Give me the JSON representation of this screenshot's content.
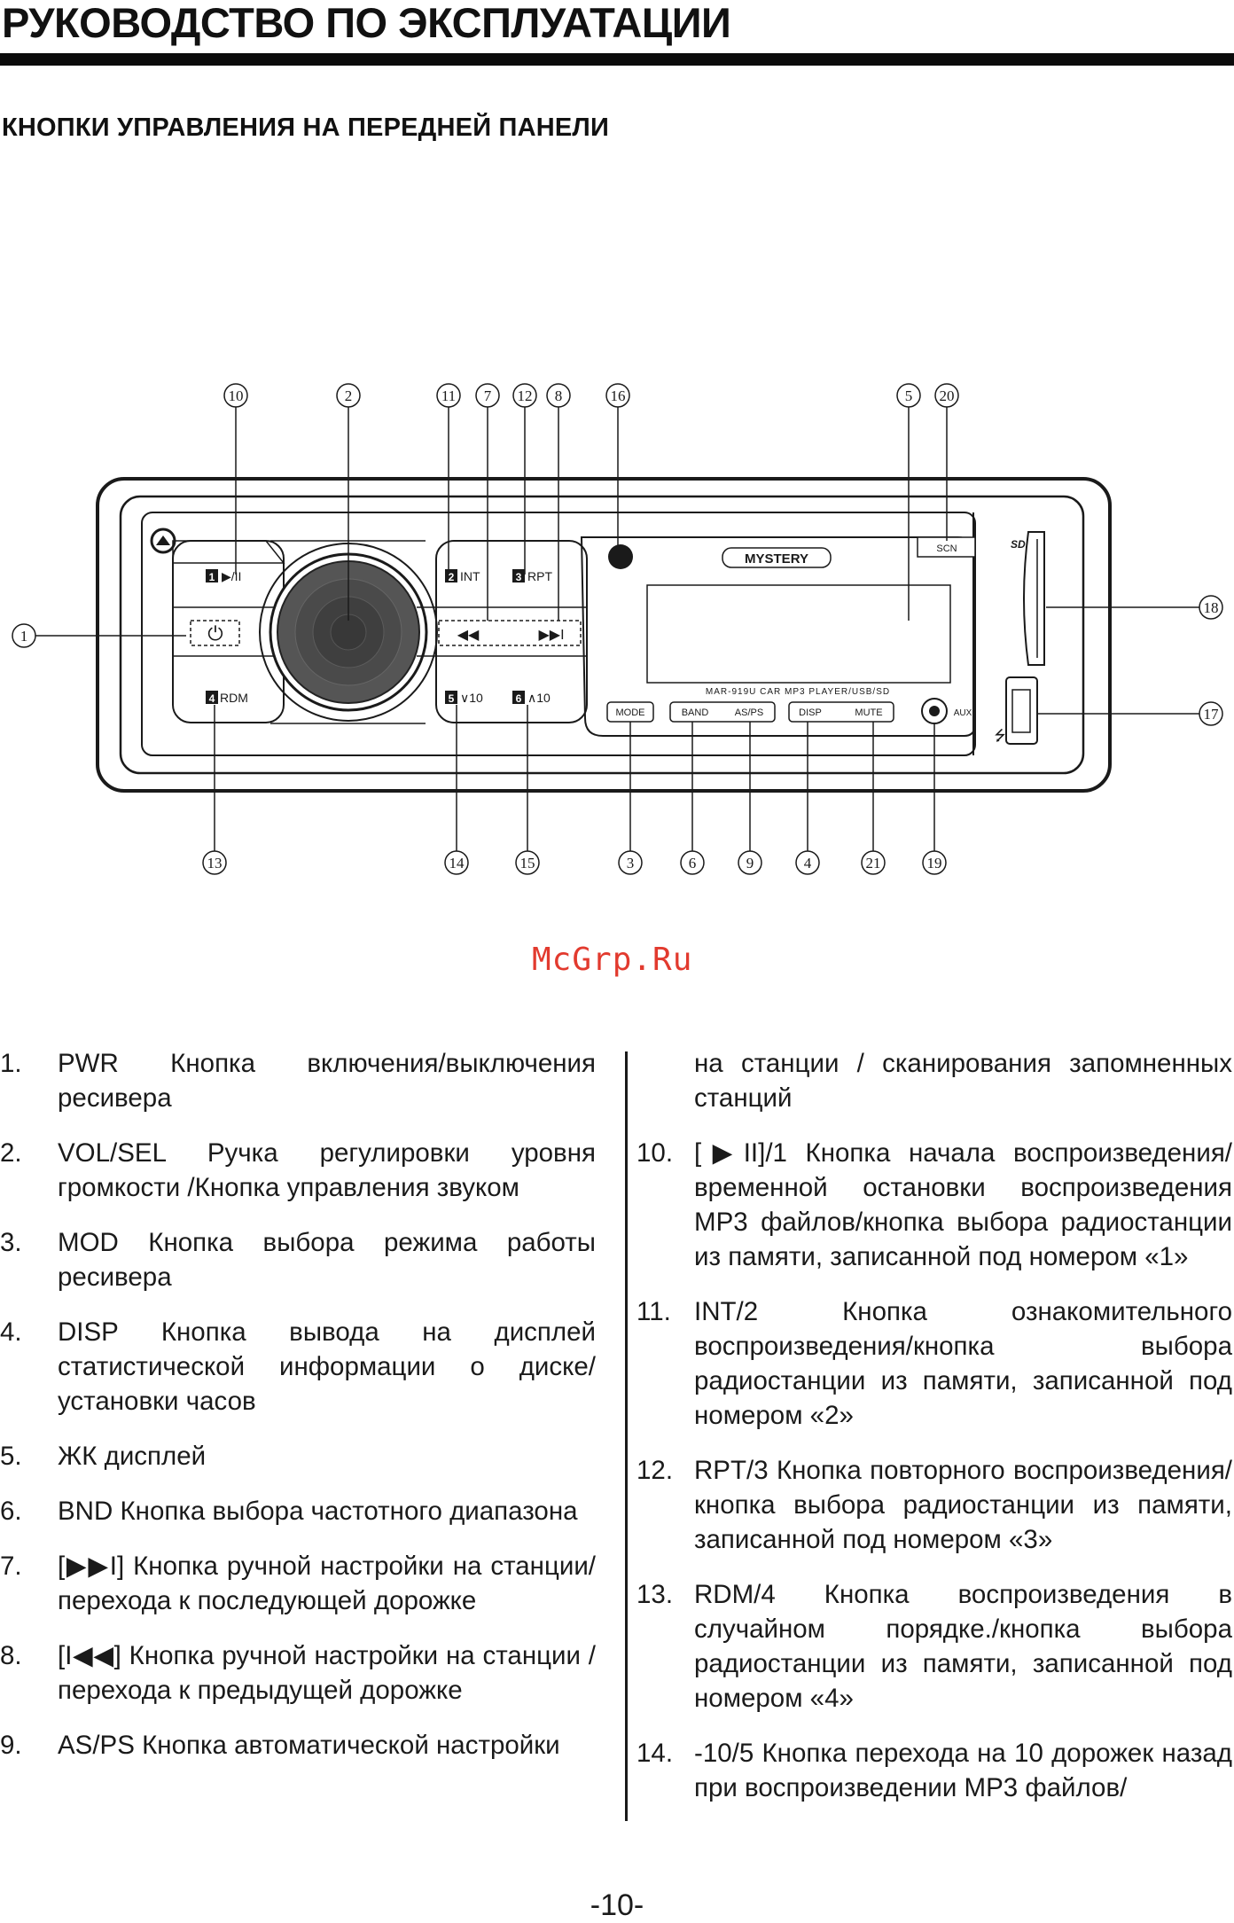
{
  "header": {
    "title": "РУКОВОДСТВО ПО ЭКСПЛУАТАЦИИ",
    "section": "КНОПКИ УПРАВЛЕНИЯ НА ПЕРЕДНЕЙ ПАНЕЛИ"
  },
  "diagram": {
    "callouts_top": [
      "10",
      "2",
      "11",
      "7",
      "12",
      "8",
      "16",
      "5",
      "20"
    ],
    "callouts_left": [
      "1"
    ],
    "callouts_right": [
      "18",
      "17"
    ],
    "callouts_bottom": [
      "13",
      "14",
      "15",
      "3",
      "6",
      "9",
      "4",
      "21",
      "19"
    ],
    "panel_labels": {
      "brand": "MYSTERY",
      "model": "MAR-919U     CAR MP3 PLAYER/USB/SD",
      "btn1": "1",
      "btn1_suffix": "▶/II",
      "btn2": "2",
      "btn2_suffix": "INT",
      "btn3": "3",
      "btn3_suffix": "RPT",
      "btn4": "4",
      "btn4_suffix": "RDM",
      "btn5": "5",
      "btn5_suffix": "∨10",
      "btn6": "6",
      "btn6_suffix": "∧10",
      "prev": "◀◀",
      "next": "▶▶I",
      "power": "⏻",
      "mode": "MODE",
      "band": "BAND",
      "asps": "AS/PS",
      "disp": "DISP",
      "mute": "MUTE",
      "aux": "AUX",
      "scn": "SCN",
      "sd": "SD",
      "usb": "⭍"
    },
    "watermark": "McGrp.Ru"
  },
  "left_items": [
    {
      "num": "1.",
      "text": "PWR Кнопка включения/выключения ресивера"
    },
    {
      "num": "2.",
      "text": "VOL/SEL Ручка регулировки уровня громкости /Кнопка управления звуком"
    },
    {
      "num": "3.",
      "text": "MOD Кнопка выбора режима работы ресивера"
    },
    {
      "num": "4.",
      "text": "DISP Кнопка вывода на дисплей статистической информации о диске/установки часов"
    },
    {
      "num": "5.",
      "text": "ЖК дисплей"
    },
    {
      "num": "6.",
      "text": "BND Кнопка выбора частотного диапазона"
    },
    {
      "num": "7.",
      "text": "[▶▶I] Кнопка ручной настройки на станции/перехода к последующей дорожке"
    },
    {
      "num": "8.",
      "text": "[I◀◀] Кнопка ручной настройки на станции / перехода к предыдущей дорожке"
    },
    {
      "num": "9.",
      "text": "AS/PS Кнопка автоматической настройки"
    }
  ],
  "right_continuation": "на станции / сканирования запомненных станций",
  "right_items": [
    {
      "num": "10.",
      "text": "[▶II]/1 Кнопка начала воспроизведения/временной остановки воспроизведения MP3 файлов/кнопка выбора радиостанции из памяти, записанной под номером «1»"
    },
    {
      "num": "11.",
      "text": "INT/2 Кнопка ознакомительного воспроизведения/кнопка выбора радиостанции из памяти, записанной под номером «2»"
    },
    {
      "num": "12.",
      "text": " RPT/3 Кнопка повторного воспроизведения/кнопка выбора радиостанции из памяти, записанной под номером «3»"
    },
    {
      "num": "13.",
      "text": " RDM/4 Кнопка воспроизведения в случайном порядке./кнопка выбора радиостанции из памяти, записанной под номером «4»"
    },
    {
      "num": "14.",
      "text": "-10/5 Кнопка перехода на 10 дорожек назад при воспроизведении MP3 файлов/"
    }
  ],
  "page_number": "-10-"
}
